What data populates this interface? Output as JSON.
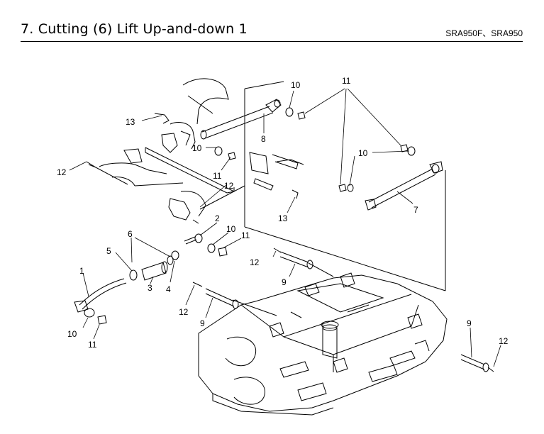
{
  "header": {
    "title": "7. Cutting (6) Lift Up-and-down 1",
    "models": "SRA950F、SRA950"
  },
  "diagram": {
    "callouts": {
      "c10_top": "10",
      "c11_top": "11",
      "c13_top": "13",
      "c8": "8",
      "c10_mid": "10",
      "c11_mid": "11",
      "c12_left": "12",
      "c10_right": "10",
      "c7": "7",
      "c13_mid": "13",
      "c12_mid": "12",
      "c2": "2",
      "c10_b": "10",
      "c11_b": "11",
      "c6": "6",
      "c5": "5",
      "c1": "1",
      "c3": "3",
      "c4": "4",
      "c12_c": "12",
      "c9_c": "9",
      "c12_d": "12",
      "c9_d": "9",
      "c10_bl": "10",
      "c11_bl": "11",
      "c9_r": "9",
      "c12_r": "12"
    }
  }
}
